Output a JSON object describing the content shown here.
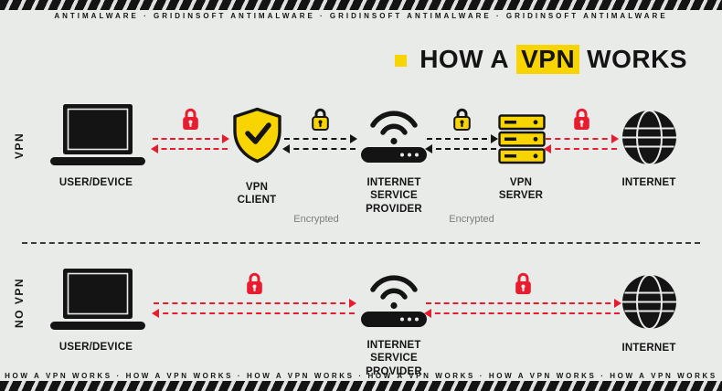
{
  "theme": {
    "bg": "#e9ebe9",
    "ink": "#141414",
    "yellow": "#f8d400",
    "red": "#e81c2e",
    "gray": "#7d7d7d"
  },
  "banners": {
    "top": "ANTIMALWARE · GRIDINSOFT ANTIMALWARE · GRIDINSOFT ANTIMALWARE · GRIDINSOFT ANTIMALWARE",
    "bottom": "HOW A VPN WORKS · HOW A VPN WORKS · HOW A VPN WORKS · HOW A VPN WORKS · HOW A VPN WORKS · HOW A VPN WORKS"
  },
  "title": {
    "pre": "HOW A",
    "highlight": "VPN",
    "post": "WORKS"
  },
  "vpn_row": {
    "side_label": "VPN",
    "nodes": {
      "user": "USER/DEVICE",
      "client": "VPN CLIENT",
      "isp": "INTERNET SERVICE PROVIDER",
      "server": "VPN SERVER",
      "internet": "INTERNET"
    },
    "encrypted_1": "Encrypted",
    "encrypted_2": "Encrypted"
  },
  "no_vpn_row": {
    "side_label": "NO VPN",
    "nodes": {
      "user": "USER/DEVICE",
      "isp": "INTERNET SERVICE PROVIDER",
      "internet": "INTERNET"
    }
  }
}
